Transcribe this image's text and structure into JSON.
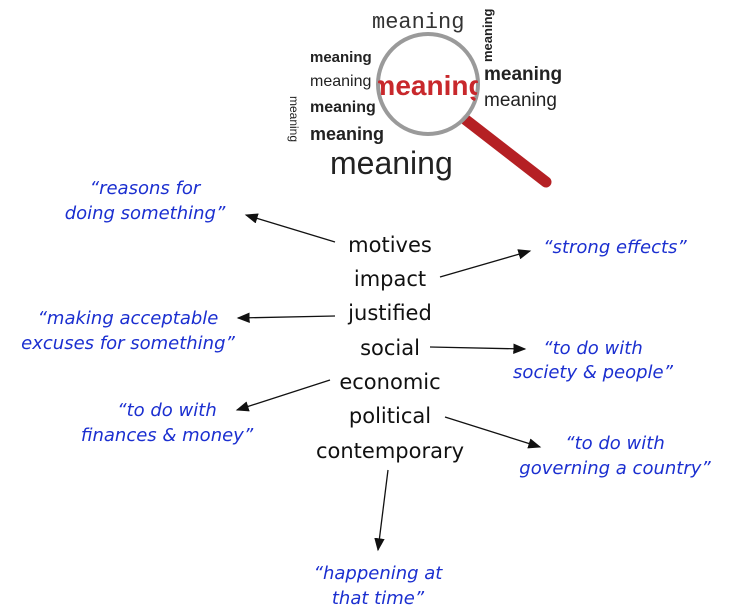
{
  "illustration": {
    "word": "meaning",
    "accent_color": "#c8282c"
  },
  "terms": [
    {
      "word": "motives",
      "definition": [
        "“reasons for",
        "doing something”"
      ]
    },
    {
      "word": "impact",
      "definition": [
        "“strong effects”"
      ]
    },
    {
      "word": "justified",
      "definition": [
        "“making acceptable",
        "excuses for something”"
      ]
    },
    {
      "word": "social",
      "definition": [
        "“to do with",
        "society & people”"
      ]
    },
    {
      "word": "economic",
      "definition": [
        "“to do with",
        "finances & money”"
      ]
    },
    {
      "word": "political",
      "definition": [
        "“to do with",
        "governing a country”"
      ]
    },
    {
      "word": "contemporary",
      "definition": [
        "“happening at",
        "that time”"
      ]
    }
  ],
  "colors": {
    "definition": "#1b2fd0",
    "word": "#111111"
  }
}
